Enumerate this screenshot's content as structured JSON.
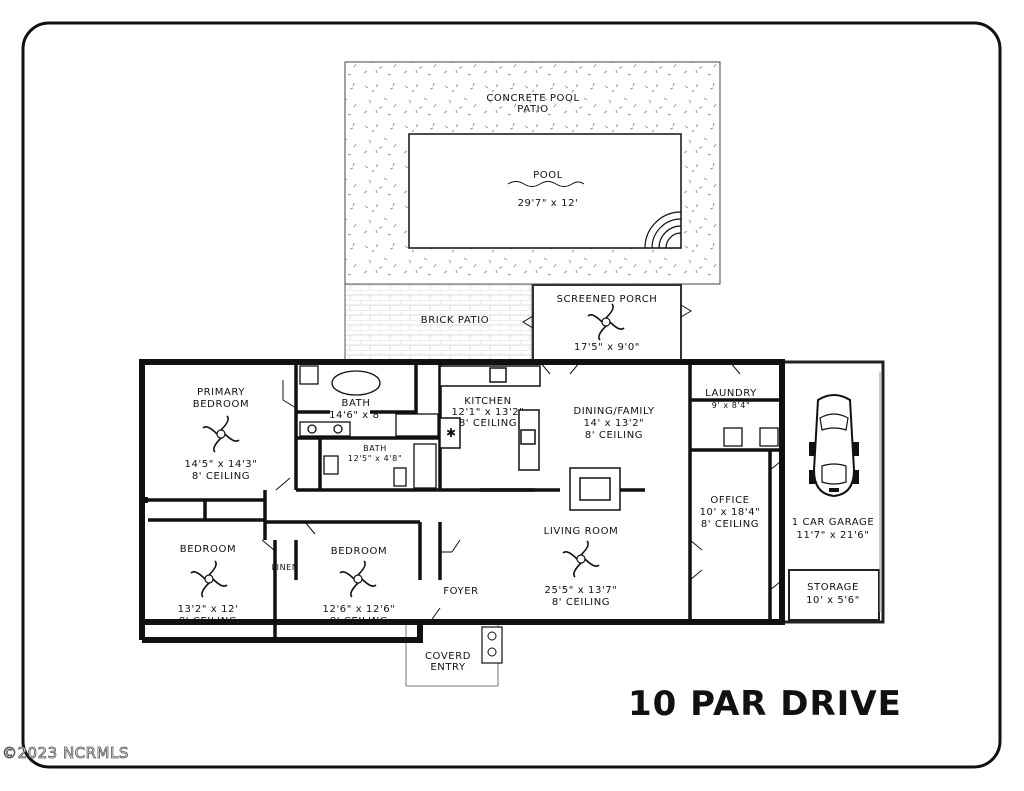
{
  "title": "10 PAR DRIVE",
  "watermark": "©2023 NCRMLS",
  "rooms": {
    "pool_patio": {
      "line1": "CONCRETE POOL",
      "line2": "PATIO"
    },
    "pool": {
      "name": "POOL",
      "dims": "29'7\" x 12'"
    },
    "brick_patio": {
      "name": "BRICK PATIO"
    },
    "screened_porch": {
      "name": "SCREENED PORCH",
      "dims": "17'5\" x 9'0\""
    },
    "primary_bedroom": {
      "line1": "PRIMARY",
      "line2": "BEDROOM",
      "dims": "14'5\" x 14'3\"",
      "ceiling": "8' CEILING"
    },
    "bath1": {
      "name": "BATH",
      "dims": "14'6\" x 8'"
    },
    "bath2": {
      "name": "BATH",
      "dims": "12'5\" x 4'8\""
    },
    "kitchen": {
      "name": "KITCHEN",
      "dims": "12'1\" x 13'2\"",
      "ceiling": "8' CEILING"
    },
    "dining_family": {
      "name": "DINING/FAMILY",
      "dims": "14' x 13'2\"",
      "ceiling": "8' CEILING"
    },
    "laundry": {
      "name": "LAUNDRY",
      "dims": "9' x 8'4\""
    },
    "office": {
      "name": "OFFICE",
      "dims": "10' x 18'4\"",
      "ceiling": "8' CEILING"
    },
    "garage": {
      "name": "1 CAR GARAGE",
      "dims": "11'7\" x 21'6\""
    },
    "storage": {
      "name": "STORAGE",
      "dims": "10' x 5'6\""
    },
    "bedroom_left": {
      "name": "BEDROOM",
      "dims": "13'2\" x 12'",
      "ceiling": "8' CEILING"
    },
    "bedroom_mid": {
      "name": "BEDROOM",
      "dims": "12'6\" x 12'6\"",
      "ceiling": "8' CEILING"
    },
    "linen": {
      "name": "LINEN"
    },
    "living_room": {
      "name": "LIVING ROOM",
      "dims": "25'5\" x 13'7\"",
      "ceiling": "8' CEILING"
    },
    "foyer": {
      "name": "FOYER"
    },
    "covered_entry": {
      "line1": "COVERD",
      "line2": "ENTRY"
    }
  }
}
